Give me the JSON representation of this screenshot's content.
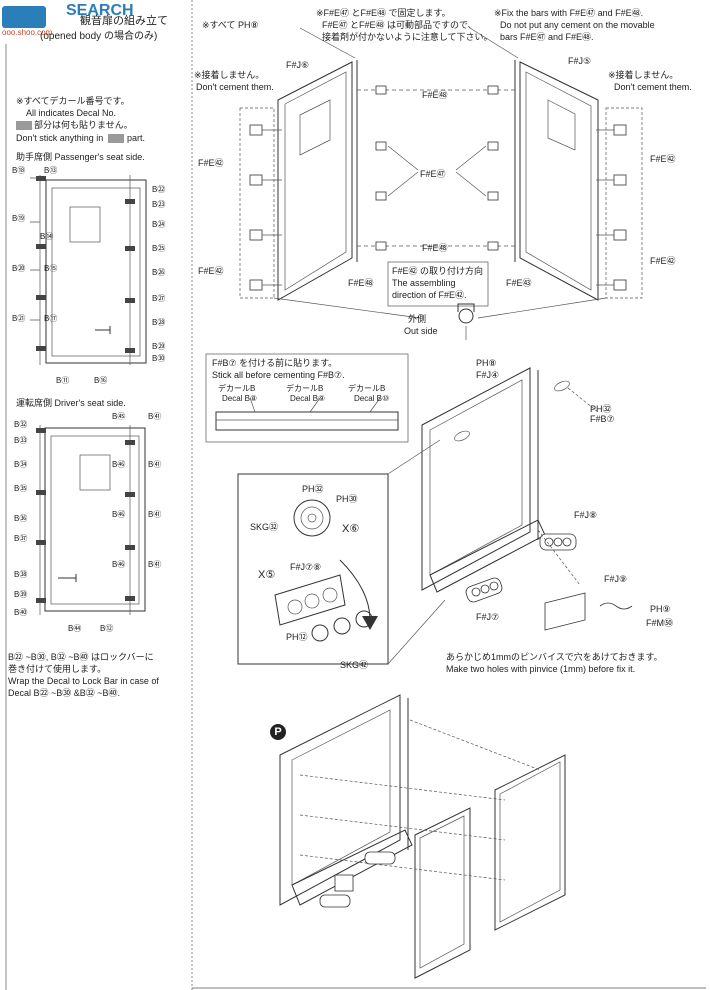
{
  "header": {
    "logo_text": "SEARCH",
    "logo_sub": "ooo.shoo.com",
    "title_jp": "観音扉の組み立て",
    "title_sub": "(opened body の場合のみ)"
  },
  "notes": {
    "decal_jp": "※すべてデカール番号です。",
    "decal_en": "All indicates Decal No.",
    "blank_jp": "部分は何も貼りません。",
    "blank_en_a": "Don't stick anything in",
    "blank_en_b": "part.",
    "all_p8": "※すべて PH⑧",
    "fix_jp_1": "※F#E㊼ とF#E㊽ で固定します。",
    "fix_jp_2": "F#E㊼ とF#E㊽ は可動部品ですので、",
    "fix_jp_3": "接着剤が付かないように注意して下さい。",
    "fix_en_1": "※Fix the bars with F#E㊼ and F#E㊽.",
    "fix_en_2": "Do not put any cement on the movable",
    "fix_en_3": "bars F#E㊼ and F#E㊽.",
    "no_cement_jp": "※接着しません。",
    "no_cement_en": "Don't cement them.",
    "stick_jp": "F#B⑦ を付ける前に貼ります。",
    "stick_en": "Stick all before cementing F#B⑦.",
    "holes_jp": "あらかじめ1mmのピンバイスで穴をあけておきます。",
    "holes_en": "Make two holes with pinvice (1mm) before fix it.",
    "wrap_jp_1": "B㉒ ~B㉚, B㉜ ~B㊵ はロックバーに",
    "wrap_jp_2": "巻き付けて使用します。",
    "wrap_en_1": "Wrap the Decal to Lock Bar in case of",
    "wrap_en_2": "Decal B㉒ ~B㉚ &B㉜ ~B㊵."
  },
  "sections": {
    "passenger_title": "助手席側 Passenger's seat side.",
    "driver_title": "運転席側 Driver's seat side."
  },
  "parts": {
    "fj6": "F#J⑥",
    "fj5": "F#J⑤",
    "fe55": "F#E㊽",
    "fe57": "F#E㊼",
    "fe52": "F#E㊷",
    "fe53": "F#E㊸",
    "fe52_callout_jp": "F#E㊷ の取り付け方向",
    "fe52_callout_en_1": "The assembling",
    "fe52_callout_en_2": "direction of F#E㊷.",
    "outside_jp": "外側",
    "outside_en": "Out side",
    "p8": "PH⑧",
    "fj4": "F#J④",
    "p32": "PH㉜",
    "fb7": "F#B⑦",
    "decal_b8_jp": "デカールB",
    "decal_b8_en": "Decal B⑧",
    "decal_b9_jp": "デカールB",
    "decal_b9_en": "Decal B⑨",
    "decal_b10_jp": "デカールB",
    "decal_b10_en": "Decal B⑩",
    "skg32": "SKG㉜",
    "p30": "PH㉚",
    "x6": "X⑥",
    "x5": "X⑤",
    "fj78": "F#J⑦⑧",
    "p12": "PH⑫",
    "skg82": "SKG㊷",
    "fj8": "F#J⑧",
    "fj9": "F#J⑨",
    "fj7": "F#J⑦",
    "p9": "PH⑨",
    "fm65": "F#M㊿",
    "step_p": "P"
  },
  "passenger_decals": {
    "left": [
      "B⑱",
      "B⑲",
      "B⑳",
      "B㉑"
    ],
    "mid": [
      "B⑬",
      "B⑭",
      "B⑮",
      "B⑰"
    ],
    "right": [
      "B㉒",
      "B㉓",
      "B㉔",
      "B㉕",
      "B㉖",
      "B㉗",
      "B㉘",
      "B㉙",
      "B㉚"
    ],
    "bottom": [
      "B⑪",
      "B⑯"
    ]
  },
  "driver_decals": {
    "left": [
      "B㉜",
      "B㉝",
      "B㉞",
      "B㉟",
      "B㊱",
      "B㊲",
      "B㊳",
      "B㊴",
      "B㊵"
    ],
    "right_a": [
      "B㊺",
      "B㊻",
      "B㊻",
      "B㊻"
    ],
    "right_b": [
      "B㊶",
      "B㊶",
      "B㊶",
      "B㊶"
    ],
    "bottom": [
      "B㊹",
      "B⑫"
    ]
  }
}
